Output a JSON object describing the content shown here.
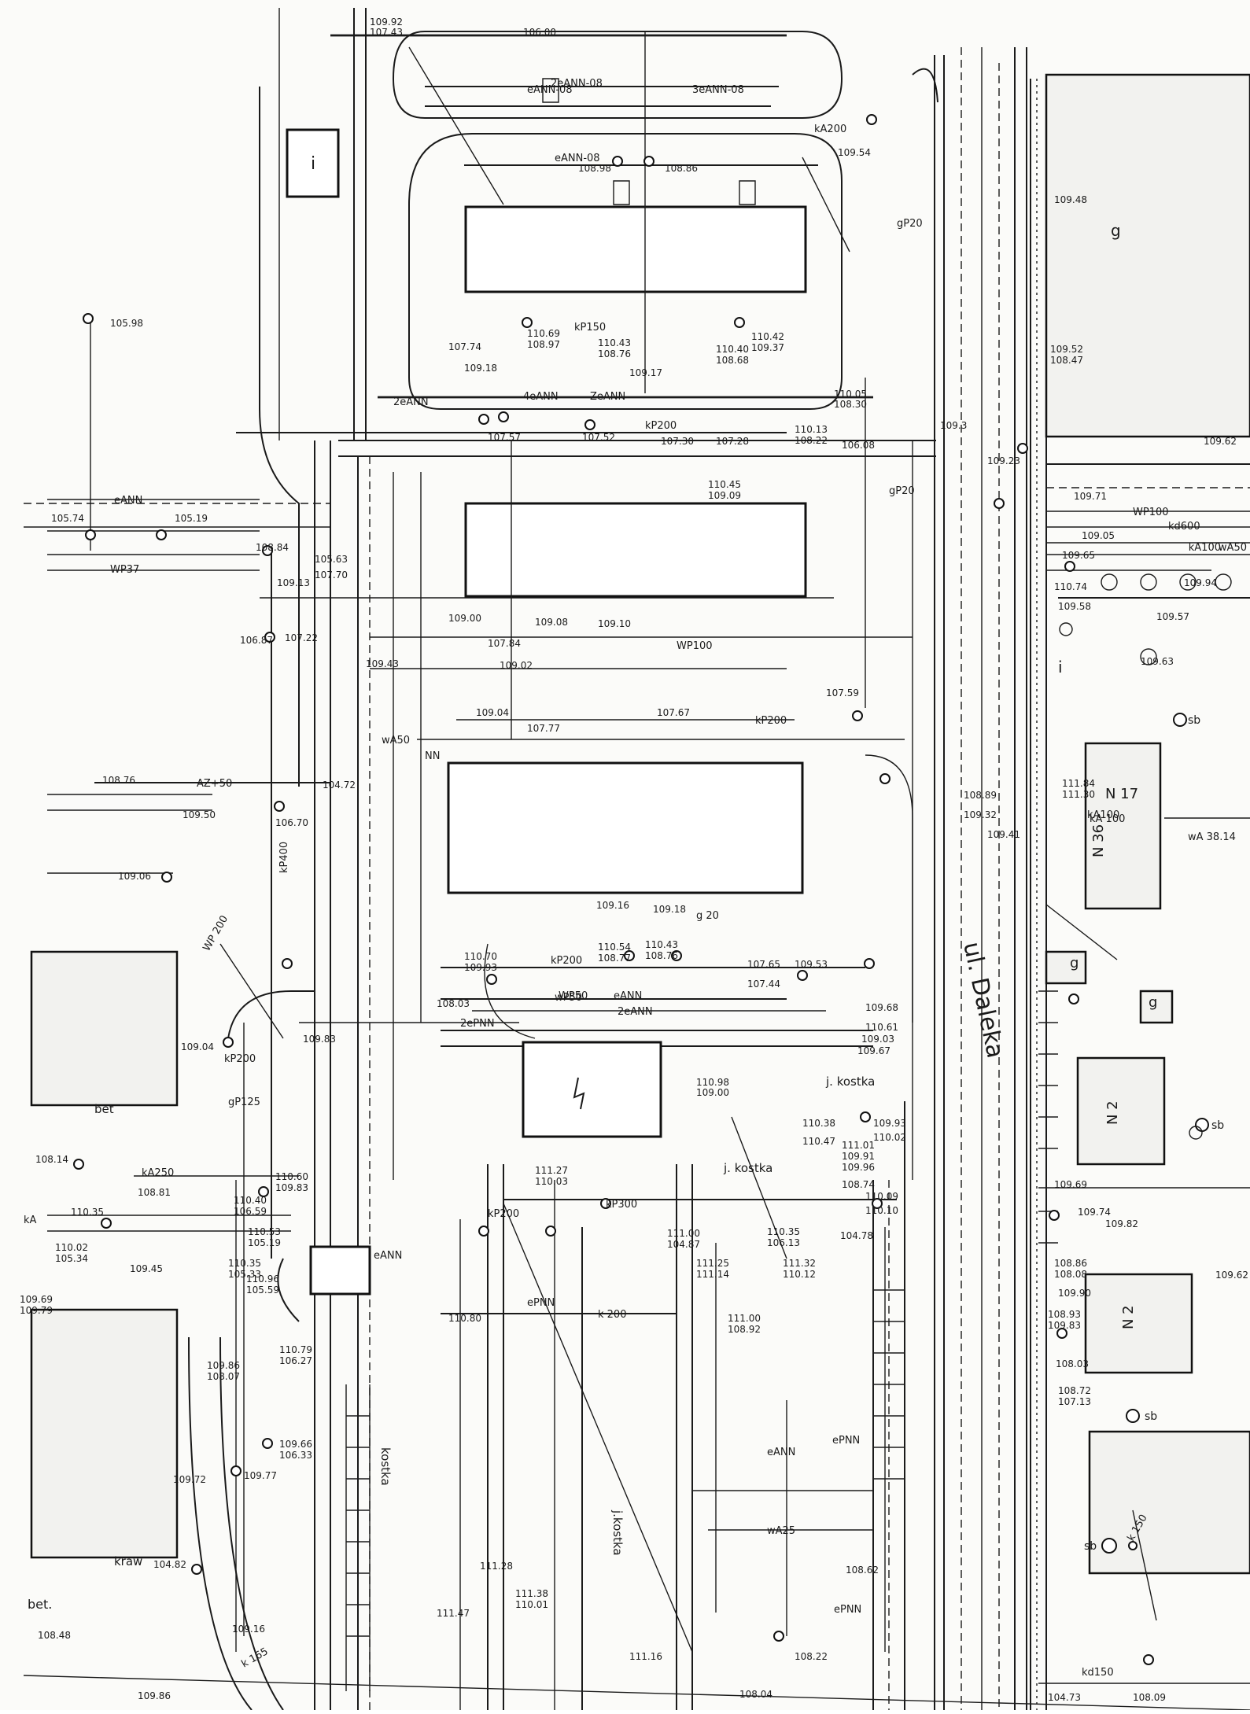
{
  "street": {
    "name": "ul. Daleka"
  },
  "map_labels": {
    "kostka_1": "j. kostka",
    "kostka_2": "j. kostka",
    "kostka_3": "kostka",
    "kostka_4": "j.kostka",
    "bet_1": "bet",
    "bet_2": "bet.",
    "kraw": "kraw",
    "sb_1": "sb",
    "sb_2": "sb",
    "sb_3": "sb",
    "sb_4": "sb"
  },
  "buildings": {
    "n17": "N 17",
    "n36": "N 36",
    "n2_1": "N 2",
    "n2_2": "N 2",
    "g_1": "g",
    "g_2": "g",
    "g_3": "g",
    "i_1": "i",
    "i_2": "i"
  },
  "utility_labels": {
    "l01": "eANN-08",
    "l02": "2eANN-08",
    "l03": "3eANN-08",
    "l04": "eANN-08",
    "l05": "2eANN",
    "l06": "ZeANN",
    "l07": "4eANN",
    "l08": "eANN",
    "l09": "kP200",
    "l10": "kP200",
    "l11": "WP100",
    "l12": "kP150",
    "l13": "kA200",
    "l14": "WP37",
    "l15": "AZ+50",
    "l16": "wA50",
    "l17": "kd600",
    "l18": "WP100",
    "l19": "gP20",
    "l20": "gP20",
    "l21": "kP200",
    "l22": "kP300",
    "l23": "k 200",
    "l24": "kP200",
    "l25": "wP50",
    "l26": "gP125",
    "l27": "kP200",
    "l28": "eANN",
    "l29": "ePNN",
    "l30": "ePNN",
    "l31": "wA25",
    "l32": "k 150",
    "l33": "kd150",
    "l34": "kA100",
    "l35": "k 165",
    "l36": "wA50",
    "l37": "kA100",
    "l38": "WP50",
    "l39": "kA250",
    "l40": "eANN",
    "l41": "kA",
    "l42": "NN",
    "l43": "kP400",
    "l44": "eANN",
    "l45": "2ePNN",
    "l46": "WP 200",
    "l47": "wA 38.14",
    "l48": "kA 100",
    "l49": "g 20",
    "l50": "ePNN",
    "l51": "2eANN"
  },
  "elevations": {
    "e001": "109.92",
    "e002": "107.43",
    "e003": "106.00",
    "e004": "109.54",
    "e005": "108.98",
    "e006": "108.86",
    "e007": "109.48",
    "e008": "110.69",
    "e009": "108.97",
    "e010": "110.43",
    "e011": "108.76",
    "e012": "110.40",
    "e013": "108.68",
    "e014": "110.42",
    "e015": "109.37",
    "e016": "107.74",
    "e017": "109.18",
    "e018": "109.17",
    "e019": "109.52",
    "e020": "108.47",
    "e021": "107.57",
    "e022": "107.52",
    "e023": "107.30",
    "e024": "107.28",
    "e025": "110.05",
    "e026": "108.30",
    "e027": "110.13",
    "e028": "108.22",
    "e029": "106.08",
    "e030": "109.62",
    "e031": "110.45",
    "e032": "109.09",
    "e033": "105.98",
    "e034": "105.74",
    "e035": "105.19",
    "e036": "108.84",
    "e037": "105.63",
    "e038": "107.70",
    "e039": "109.13",
    "e040": "106.87",
    "e041": "107.22",
    "e042": "109.43",
    "e043": "109.00",
    "e044": "109.08",
    "e045": "109.10",
    "e046": "107.84",
    "e047": "109.02",
    "e048": "109.04",
    "e049": "107.77",
    "e050": "107.67",
    "e051": "107.59",
    "e052": "108.76",
    "e053": "104.72",
    "e054": "109.50",
    "e055": "106.70",
    "e056": "109.06",
    "e057": "109.16",
    "e058": "109.18",
    "e059": "110.54",
    "e060": "108.77",
    "e061": "110.43",
    "e062": "108.76",
    "e063": "110.70",
    "e064": "109.93",
    "e065": "107.65",
    "e066": "109.53",
    "e067": "107.44",
    "e068": "108.03",
    "e069": "109.68",
    "e070": "110.61",
    "e071": "109.03",
    "e072": "109.67",
    "e073": "109.04",
    "e074": "109.83",
    "e075": "110.98",
    "e076": "109.00",
    "e077": "110.38",
    "e078": "110.47",
    "e079": "109.93",
    "e080": "110.02",
    "e081": "111.01",
    "e082": "109.91",
    "e083": "109.96",
    "e084": "108.74",
    "e085": "110.09",
    "e086": "110.10",
    "e087": "104.78",
    "e088": "109.69",
    "e089": "109.74",
    "e090": "108.86",
    "e091": "108.08",
    "e092": "109.90",
    "e093": "108.93",
    "e094": "109.83",
    "e095": "108.03",
    "e096": "108.72",
    "e097": "107.13",
    "e098": "109.62",
    "e099": "109.82",
    "e100": "108.14",
    "e101": "108.81",
    "e102": "110.35",
    "e103": "110.02",
    "e104": "105.34",
    "e105": "109.45",
    "e106": "109.69",
    "e107": "109.79",
    "e108": "110.60",
    "e109": "109.83",
    "e110": "110.40",
    "e111": "106.59",
    "e112": "110.53",
    "e113": "105.19",
    "e114": "110.35",
    "e115": "105.33",
    "e116": "110.96",
    "e117": "105.59",
    "e118": "111.27",
    "e119": "110.03",
    "e120": "111.00",
    "e121": "104.87",
    "e122": "110.35",
    "e123": "106.13",
    "e124": "111.25",
    "e125": "111.14",
    "e126": "111.32",
    "e127": "110.12",
    "e128": "111.00",
    "e129": "108.92",
    "e130": "110.80",
    "e131": "110.79",
    "e132": "106.27",
    "e133": "109.86",
    "e134": "108.07",
    "e135": "109.66",
    "e136": "106.33",
    "e137": "109.77",
    "e138": "109.72",
    "e139": "104.82",
    "e140": "109.16",
    "e141": "108.48",
    "e142": "109.86",
    "e143": "111.28",
    "e144": "111.38",
    "e145": "110.01",
    "e146": "108.62",
    "e147": "108.22",
    "e148": "108.04",
    "e149": "111.16",
    "e150": "111.47",
    "e151": "108.09",
    "e152": "104.73",
    "e153": "109.57",
    "e154": "109.63",
    "e155": "109.58",
    "e156": "110.74",
    "e157": "109.3",
    "e158": "109.23",
    "e159": "111.84",
    "e160": "111.30",
    "e161": "109.71",
    "e162": "109.05",
    "e163": "109.65",
    "e164": "109.94",
    "e165": "108.89",
    "e166": "109.32",
    "e167": "109.41"
  }
}
